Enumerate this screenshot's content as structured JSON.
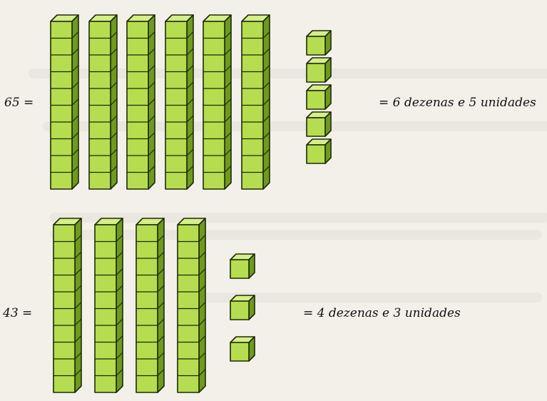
{
  "colors": {
    "front": "#b5dd4f",
    "top": "#d6ee88",
    "side": "#6f9a1e",
    "outline": "#1d2a06"
  },
  "rows": [
    {
      "number_text": "65 =",
      "result_text": "= 6 dezenas e 5 unidades",
      "tens": 6,
      "units": 5
    },
    {
      "number_text": "43 =",
      "result_text": "= 4 dezenas e 3 unidades",
      "tens": 4,
      "units": 3
    }
  ]
}
